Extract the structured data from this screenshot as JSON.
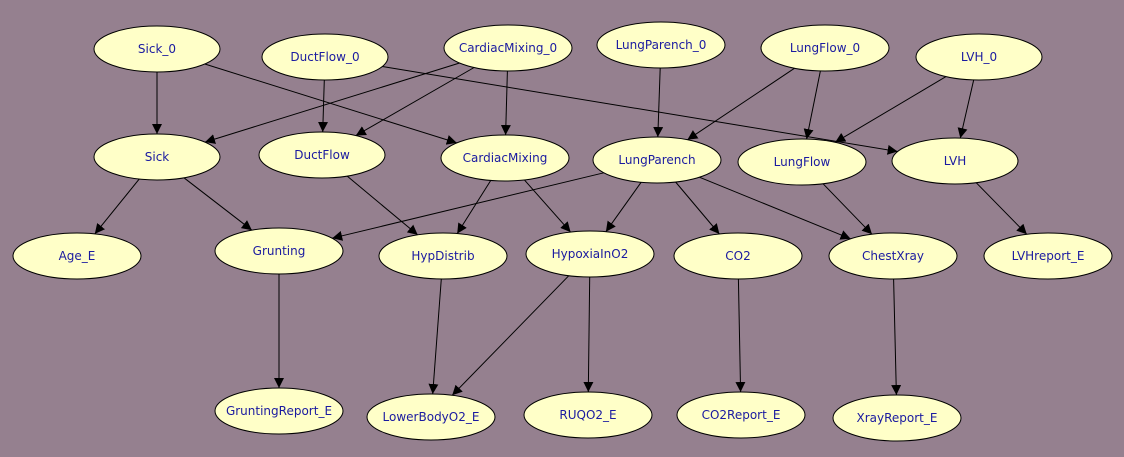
{
  "diagram": {
    "background": "#95808f",
    "node_fill": "#ffffc8",
    "label_color": "#1a1aa0",
    "nodes": [
      {
        "id": "sick0",
        "label": "Sick_0"
      },
      {
        "id": "ductflow0",
        "label": "DuctFlow_0"
      },
      {
        "id": "cardiacmixing0",
        "label": "CardiacMixing_0"
      },
      {
        "id": "lungparench0",
        "label": "LungParench_0"
      },
      {
        "id": "lungflow0",
        "label": "LungFlow_0"
      },
      {
        "id": "lvh0",
        "label": "LVH_0"
      },
      {
        "id": "sick",
        "label": "Sick"
      },
      {
        "id": "ductflow",
        "label": "DuctFlow"
      },
      {
        "id": "cardiacmixing",
        "label": "CardiacMixing"
      },
      {
        "id": "lungparench",
        "label": "LungParench"
      },
      {
        "id": "lungflow",
        "label": "LungFlow"
      },
      {
        "id": "lvh",
        "label": "LVH"
      },
      {
        "id": "agee",
        "label": "Age_E"
      },
      {
        "id": "grunting",
        "label": "Grunting"
      },
      {
        "id": "hypdistrib",
        "label": "HypDistrib"
      },
      {
        "id": "hypoxiainO2",
        "label": "HypoxiaInO2"
      },
      {
        "id": "co2",
        "label": "CO2"
      },
      {
        "id": "chestxray",
        "label": "ChestXray"
      },
      {
        "id": "lvhreporte",
        "label": "LVHreport_E"
      },
      {
        "id": "gruntingreporte",
        "label": "GruntingReport_E"
      },
      {
        "id": "lowerbodyo2e",
        "label": "LowerBodyO2_E"
      },
      {
        "id": "ruqo2e",
        "label": "RUQO2_E"
      },
      {
        "id": "co2reporte",
        "label": "CO2Report_E"
      },
      {
        "id": "xrayreporte",
        "label": "XrayReport_E"
      }
    ],
    "edges": [
      {
        "from": "sick0",
        "to": "sick"
      },
      {
        "from": "sick0",
        "to": "cardiacmixing"
      },
      {
        "from": "ductflow0",
        "to": "ductflow"
      },
      {
        "from": "ductflow0",
        "to": "lvh"
      },
      {
        "from": "cardiacmixing0",
        "to": "sick"
      },
      {
        "from": "cardiacmixing0",
        "to": "ductflow"
      },
      {
        "from": "cardiacmixing0",
        "to": "cardiacmixing"
      },
      {
        "from": "lungparench0",
        "to": "lungparench"
      },
      {
        "from": "lungflow0",
        "to": "lungparench"
      },
      {
        "from": "lungflow0",
        "to": "lungflow"
      },
      {
        "from": "lvh0",
        "to": "lungflow"
      },
      {
        "from": "lvh0",
        "to": "lvh"
      },
      {
        "from": "sick",
        "to": "agee"
      },
      {
        "from": "sick",
        "to": "grunting"
      },
      {
        "from": "ductflow",
        "to": "hypdistrib"
      },
      {
        "from": "cardiacmixing",
        "to": "hypdistrib"
      },
      {
        "from": "cardiacmixing",
        "to": "hypoxiainO2"
      },
      {
        "from": "lungparench",
        "to": "grunting"
      },
      {
        "from": "lungparench",
        "to": "hypoxiainO2"
      },
      {
        "from": "lungparench",
        "to": "co2"
      },
      {
        "from": "lungparench",
        "to": "chestxray"
      },
      {
        "from": "lungflow",
        "to": "chestxray"
      },
      {
        "from": "lvh",
        "to": "lvhreporte"
      },
      {
        "from": "grunting",
        "to": "gruntingreporte"
      },
      {
        "from": "hypdistrib",
        "to": "lowerbodyo2e"
      },
      {
        "from": "hypoxiainO2",
        "to": "lowerbodyo2e"
      },
      {
        "from": "hypoxiainO2",
        "to": "ruqo2e"
      },
      {
        "from": "co2",
        "to": "co2reporte"
      },
      {
        "from": "chestxray",
        "to": "xrayreporte"
      }
    ]
  }
}
